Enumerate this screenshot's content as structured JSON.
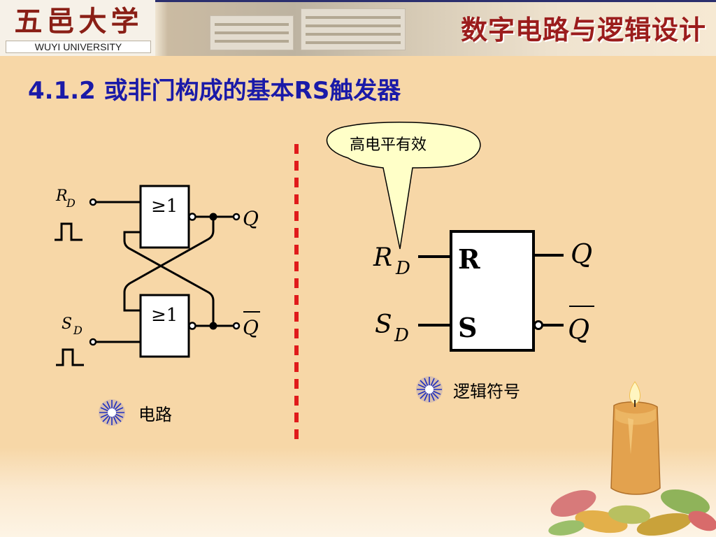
{
  "header": {
    "university_cn": "五邑大学",
    "university_en": "WUYI UNIVERSITY",
    "course_title": "数字电路与逻辑设计"
  },
  "slide": {
    "title": "4.1.2  或非门构成的基本RS触发器"
  },
  "circuit": {
    "gate_top_label": "≥1",
    "gate_bottom_label": "≥1",
    "input_r_main": "R",
    "input_r_sub": "D",
    "input_s_main": "S",
    "input_s_sub": "D",
    "output_q": "Q",
    "output_qbar": "Q",
    "caption": "电路"
  },
  "symbol": {
    "callout": "高电平有效",
    "input_r_main": "R",
    "input_r_sub": "D",
    "input_s_main": "S",
    "input_s_sub": "D",
    "box_r": "R",
    "box_s": "S",
    "output_q": "Q",
    "output_qbar": "Q",
    "caption": "逻辑符号"
  },
  "colors": {
    "title_blue": "#1a1aa8",
    "course_red": "#9b1c1c",
    "divider_red": "#e01b1b",
    "background": "#f7d7a7"
  },
  "icons": [
    "bullet-star-icon",
    "candle-icon",
    "leaves-decoration"
  ]
}
